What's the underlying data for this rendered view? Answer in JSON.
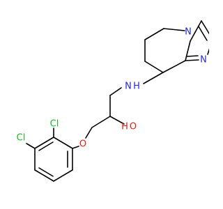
{
  "molecule": {
    "atom_labels": {
      "n_imidazole": "N",
      "n_bridge": "N",
      "n_amine": "N",
      "h_amine": "H",
      "o_hydroxyl": "O",
      "h_hydroxyl": "H",
      "o_ether": "O",
      "cl_2": "Cl",
      "cl_3": "Cl"
    },
    "colors": {
      "bond": "#000000",
      "nitrogen": "#2a2acd",
      "oxygen": "#e0211e",
      "chlorine": "#1fb81f",
      "hydrogen": "#000000"
    }
  }
}
